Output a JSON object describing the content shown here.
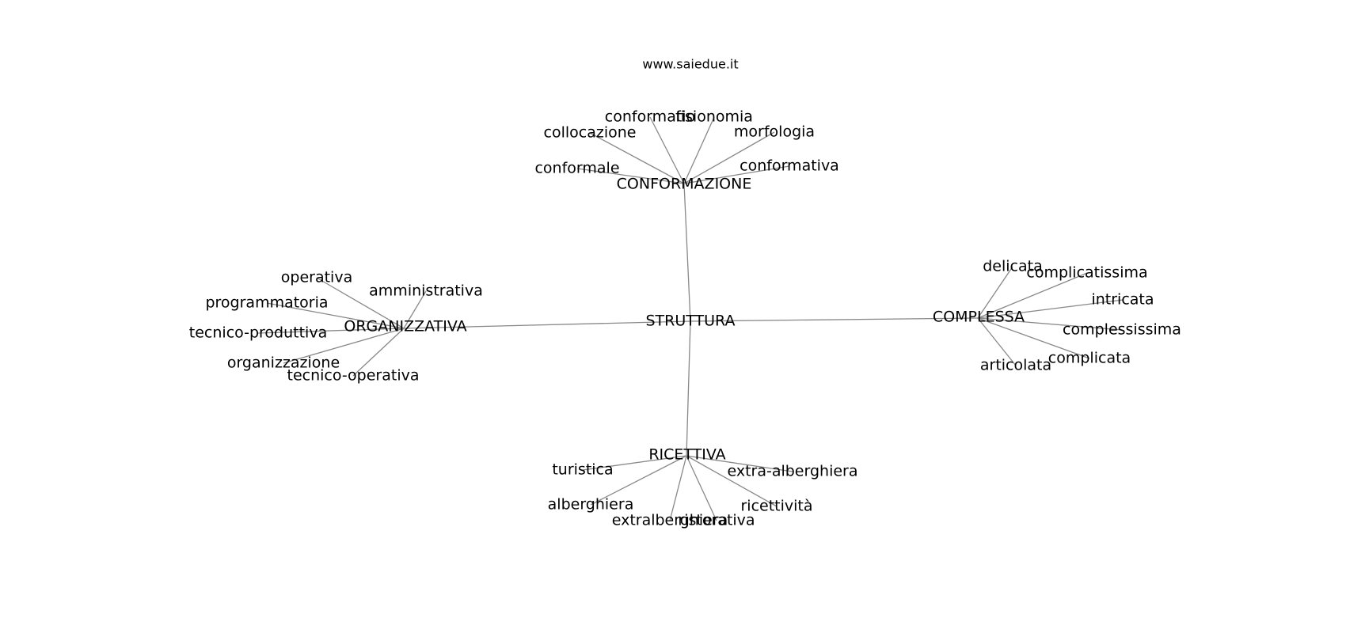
{
  "header": {
    "site": "www.saiedue.it"
  },
  "graph": {
    "center": "STRUTTURA",
    "hubs": [
      {
        "label": "CONFORMAZIONE",
        "leaves": [
          "conformatio",
          "fisionomia",
          "collocazione",
          "morfologia",
          "conformale",
          "conformativa"
        ]
      },
      {
        "label": "ORGANIZZATIVA",
        "leaves": [
          "operativa",
          "amministrativa",
          "programmatoria",
          "tecnico-produttiva",
          "organizzazione",
          "tecnico-operativa"
        ]
      },
      {
        "label": "COMPLESSA",
        "leaves": [
          "delicata",
          "complicatissima",
          "intricata",
          "complessissima",
          "complicata",
          "articolata"
        ]
      },
      {
        "label": "RICETTIVA",
        "leaves": [
          "turistica",
          "extra-alberghiera",
          "alberghiera",
          "ricettività",
          "extralberghiera",
          "ristorativa"
        ]
      }
    ]
  }
}
